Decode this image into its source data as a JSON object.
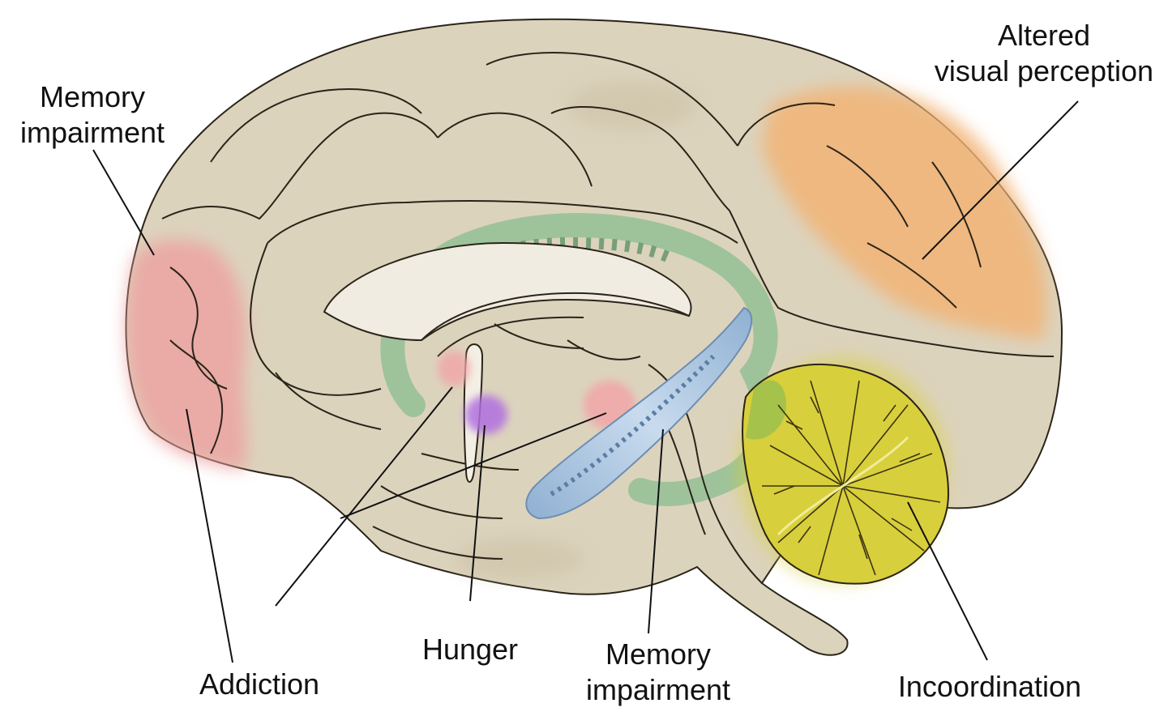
{
  "labels": {
    "memory_frontal": [
      "Memory",
      "impairment"
    ],
    "visual": [
      "Altered",
      "visual perception"
    ],
    "addiction": "Addiction",
    "hunger": "Hunger",
    "memory_hippocampus": [
      "Memory",
      "impairment"
    ],
    "incoordination": "Incoordination"
  },
  "colors": {
    "brain_tissue": "#dcd3bd",
    "outline": "#2a2418",
    "prefrontal_region": "#eea0a0",
    "occipital_region": "#f2b476",
    "cingulate_region": "#8fbf92",
    "hypothalamus_region": "#b070e0",
    "hippocampus_region": "#9cb8d6",
    "cerebellum_region": "#d8cf3c",
    "nucleus_accumbens_region": "#f0a8a8"
  }
}
